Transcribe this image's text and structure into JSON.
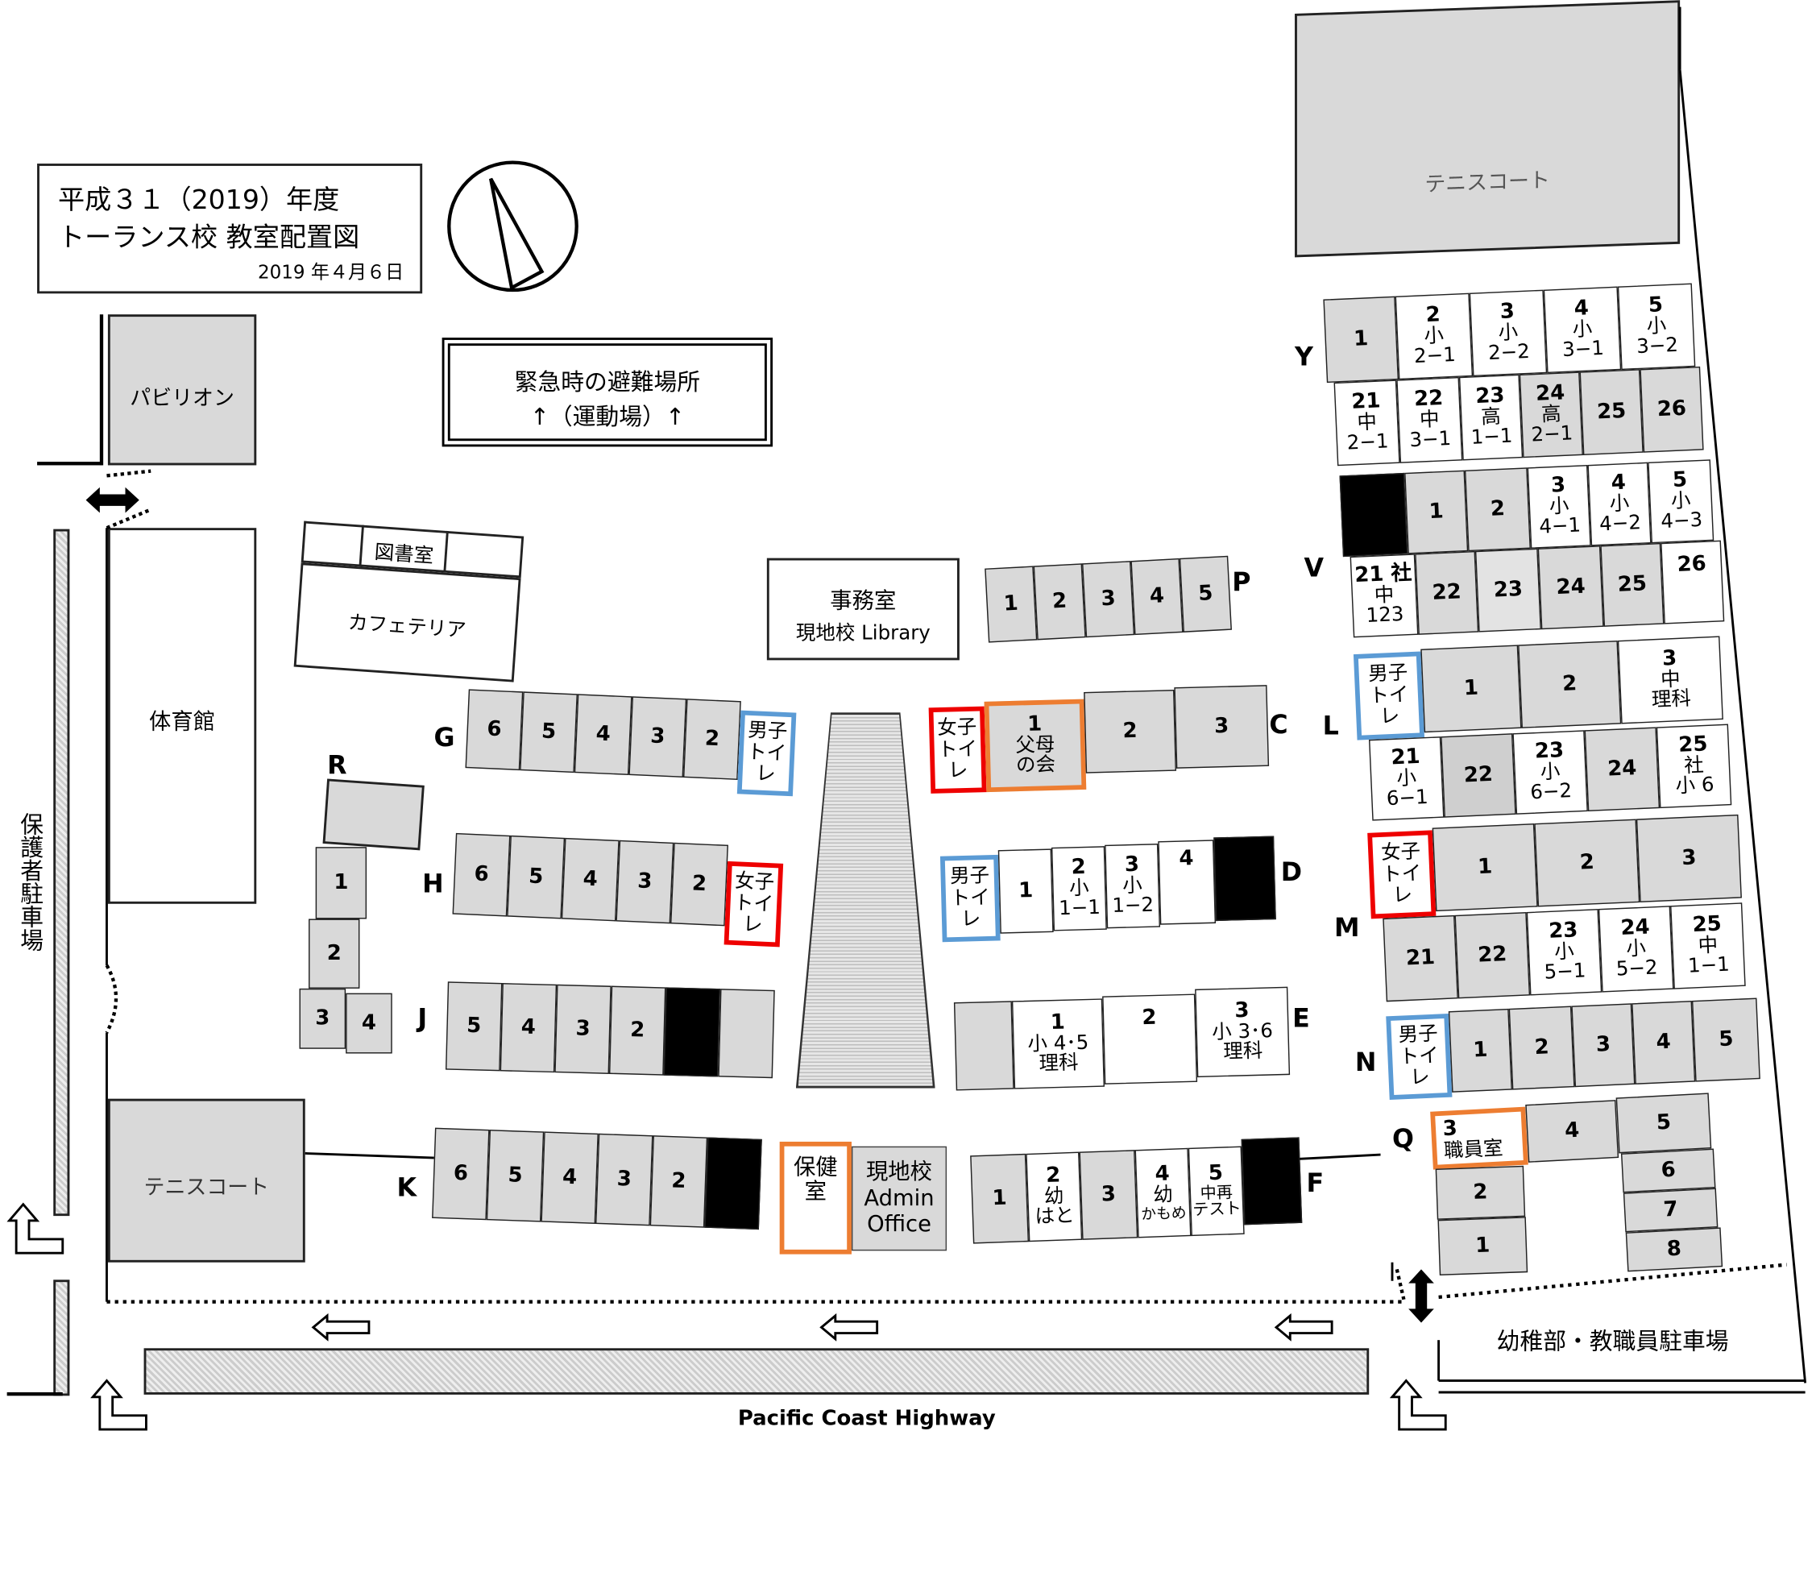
{
  "title": {
    "line1": "平成３１（2019）年度",
    "line2": "トーランス校 教室配置図",
    "date": "2019 年４月６日"
  },
  "evacuation": {
    "line1": "緊急時の避難場所",
    "line2": "↑（運動場）↑"
  },
  "facilities": {
    "pavilion": "パビリオン",
    "library": "図書室",
    "cafeteria": "カフェテリア",
    "gym": "体育館",
    "office_l1": "事務室",
    "office_l2": "現地校 Library",
    "tennis_top": "テニスコート",
    "tennis_left": "テニスコート",
    "parent_parking": "保護者駐車場",
    "staff_parking": "幼稚部・教職員駐車場",
    "highway": "Pacific Coast Highway",
    "health_l1": "保健",
    "health_l2": "室",
    "admin_l1": "現地校",
    "admin_l2": "Admin",
    "admin_l3": "Office"
  },
  "toilets": {
    "mens_l1": "男子",
    "mens_l2": "トイレ",
    "womens_l1": "女子",
    "womens_l2": "トイレ",
    "womens_g_l2": "トイ",
    "womens_g_l3": "レ",
    "mens_g_l3": "レ"
  },
  "wing_labels": {
    "Y": "Y",
    "V": "V",
    "L": "L",
    "M": "M",
    "N": "N",
    "Q": "Q",
    "P": "P",
    "C": "C",
    "D": "D",
    "E": "E",
    "F": "F",
    "G": "G",
    "H": "H",
    "J": "J",
    "K": "K",
    "R": "R"
  },
  "rooms": {
    "Y": {
      "r1": "1",
      "r2": "2",
      "r2s": "小",
      "r2c": "2−1",
      "r3": "3",
      "r3s": "小",
      "r3c": "2−2",
      "r4": "4",
      "r4s": "小",
      "r4c": "3−1",
      "r5": "5",
      "r5s": "小",
      "r5c": "3−2",
      "r21": "21",
      "r21s": "中",
      "r21c": "2−1",
      "r22": "22",
      "r22s": "中",
      "r22c": "3−1",
      "r23": "23",
      "r23s": "高",
      "r23c": "1−1",
      "r24": "24",
      "r24s": "高",
      "r24c": "2−1",
      "r25": "25",
      "r26": "26"
    },
    "V": {
      "r1": "1",
      "r2": "2",
      "r3": "3",
      "r3s": "小",
      "r3c": "4−1",
      "r4": "4",
      "r4s": "小",
      "r4c": "4−2",
      "r5": "5",
      "r5s": "小",
      "r5c": "4−3",
      "r21": "21",
      "r21t": "社",
      "r21s": "中",
      "r21c": "123",
      "r22": "22",
      "r23": "23",
      "r24": "24",
      "r25": "25",
      "r26": "26"
    },
    "L": {
      "r1": "1",
      "r2": "2",
      "r3": "3",
      "r3s": "中",
      "r3c": "理科",
      "r21": "21",
      "r21s": "小",
      "r21c": "6−1",
      "r22": "22",
      "r23": "23",
      "r23s": "小",
      "r23c": "6−2",
      "r24": "24",
      "r25": "25",
      "r25s": "社",
      "r25c": "小 6"
    },
    "M": {
      "r1": "1",
      "r2": "2",
      "r3": "3",
      "r21": "21",
      "r22": "22",
      "r23": "23",
      "r23s": "小",
      "r23c": "5−1",
      "r24": "24",
      "r24s": "小",
      "r24c": "5−2",
      "r25": "25",
      "r25s": "中",
      "r25c": "1−1"
    },
    "N": {
      "r1": "1",
      "r2": "2",
      "r3": "3",
      "r4": "4",
      "r5": "5"
    },
    "Q": {
      "r3": "3",
      "r3s": "職員室",
      "r4": "4",
      "r5": "5",
      "r6": "6",
      "r7": "7",
      "r8": "8",
      "r2": "2",
      "r1": "1"
    },
    "P": {
      "r1": "1",
      "r2": "2",
      "r3": "3",
      "r4": "4",
      "r5": "5"
    },
    "C": {
      "r1": "1",
      "r1s": "父母",
      "r1c": "の会",
      "r2": "2",
      "r3": "3"
    },
    "D": {
      "r1": "1",
      "r2": "2",
      "r2s": "小",
      "r2c": "1−1",
      "r3": "3",
      "r3s": "小",
      "r3c": "1−2",
      "r4": "4"
    },
    "E": {
      "r1": "1",
      "r1s": "小 4･5",
      "r1c": "理科",
      "r2": "2",
      "r3": "3",
      "r3s": "小 3･6",
      "r3c": "理科"
    },
    "F": {
      "r1": "1",
      "r2": "2",
      "r2s": "幼",
      "r2c": "はと",
      "r3": "3",
      "r4": "4",
      "r4s": "幼",
      "r4c": "かもめ",
      "r5": "5",
      "r5s": "中再",
      "r5c": "テスト"
    },
    "G": {
      "r6": "6",
      "r5": "5",
      "r4": "4",
      "r3": "3",
      "r2": "2"
    },
    "H": {
      "r6": "6",
      "r5": "5",
      "r4": "4",
      "r3": "3",
      "r2": "2"
    },
    "J": {
      "r5": "5",
      "r4": "4",
      "r3": "3",
      "r2": "2"
    },
    "K": {
      "r6": "6",
      "r5": "5",
      "r4": "4",
      "r3": "3",
      "r2": "2"
    },
    "R": {
      "r1": "1",
      "r2": "2",
      "r3": "3",
      "r4": "4"
    }
  }
}
